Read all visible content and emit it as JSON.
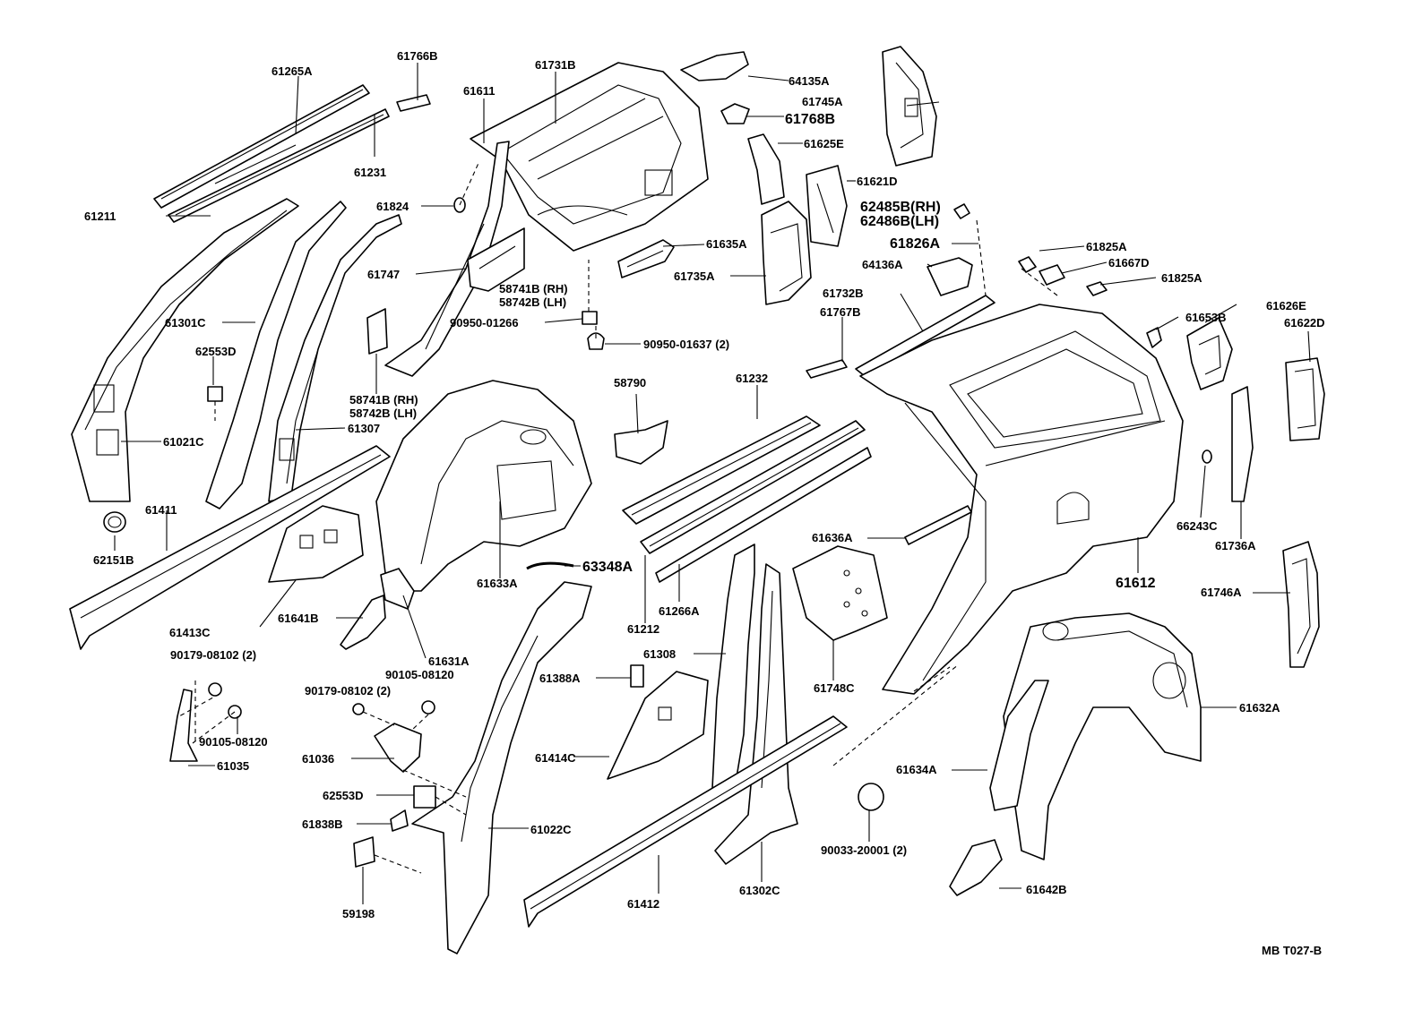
{
  "diagram_code": "MB T027-B",
  "labels": {
    "p61265A": "61265A",
    "p61766B": "61766B",
    "p61731B": "61731B",
    "p61611": "61611",
    "p64135A": "64135A",
    "p61745A": "61745A",
    "p61768B": "61768B",
    "p61625E": "61625E",
    "p61231": "61231",
    "p61621D": "61621D",
    "p61211": "61211",
    "p61824": "61824",
    "p62485B": "62485B(RH)",
    "p62486B": "62486B(LH)",
    "p61635A": "61635A",
    "p61826A": "61826A",
    "p61825A_1": "61825A",
    "p61747": "61747",
    "p64136A": "64136A",
    "p61667D": "61667D",
    "p61735A": "61735A",
    "p58741B_top": "58741B (RH)",
    "p58742B_top": "58742B (LH)",
    "p61825A_2": "61825A",
    "p61301C": "61301C",
    "p61732B": "61732B",
    "p61653B": "61653B",
    "p61626E": "61626E",
    "p90950_01266": "90950-01266",
    "p90950_01637": "90950-01637 (2)",
    "p61767B": "61767B",
    "p61622D": "61622D",
    "p62553D_1": "62553D",
    "p58790": "58790",
    "p61232": "61232",
    "p58741B_mid": "58741B (RH)",
    "p58742B_mid": "58742B (LH)",
    "p61021C": "61021C",
    "p61307": "61307",
    "p61411": "61411",
    "p62151B": "62151B",
    "p61636A": "61636A",
    "p66243C": "66243C",
    "p61736A": "61736A",
    "p63348A": "63348A",
    "p61633A": "61633A",
    "p61612": "61612",
    "p61413C": "61413C",
    "p61641B": "61641B",
    "p61266A": "61266A",
    "p61746A": "61746A",
    "p61212": "61212",
    "p90179_08102_a": "90179-08102 (2)",
    "p61631A": "61631A",
    "p61308": "61308",
    "p90105_08120_a": "90105-08120",
    "p90179_08102_b": "90179-08102 (2)",
    "p61388A": "61388A",
    "p61748C": "61748C",
    "p61632A": "61632A",
    "p90105_08120_b": "90105-08120",
    "p61035": "61035",
    "p61036": "61036",
    "p61414C": "61414C",
    "p61634A": "61634A",
    "p62553D_2": "62553D",
    "p61838B": "61838B",
    "p61022C": "61022C",
    "p90033_20001": "90033-20001 (2)",
    "p61302C": "61302C",
    "p61412": "61412",
    "p59198": "59198",
    "p61642B": "61642B"
  }
}
